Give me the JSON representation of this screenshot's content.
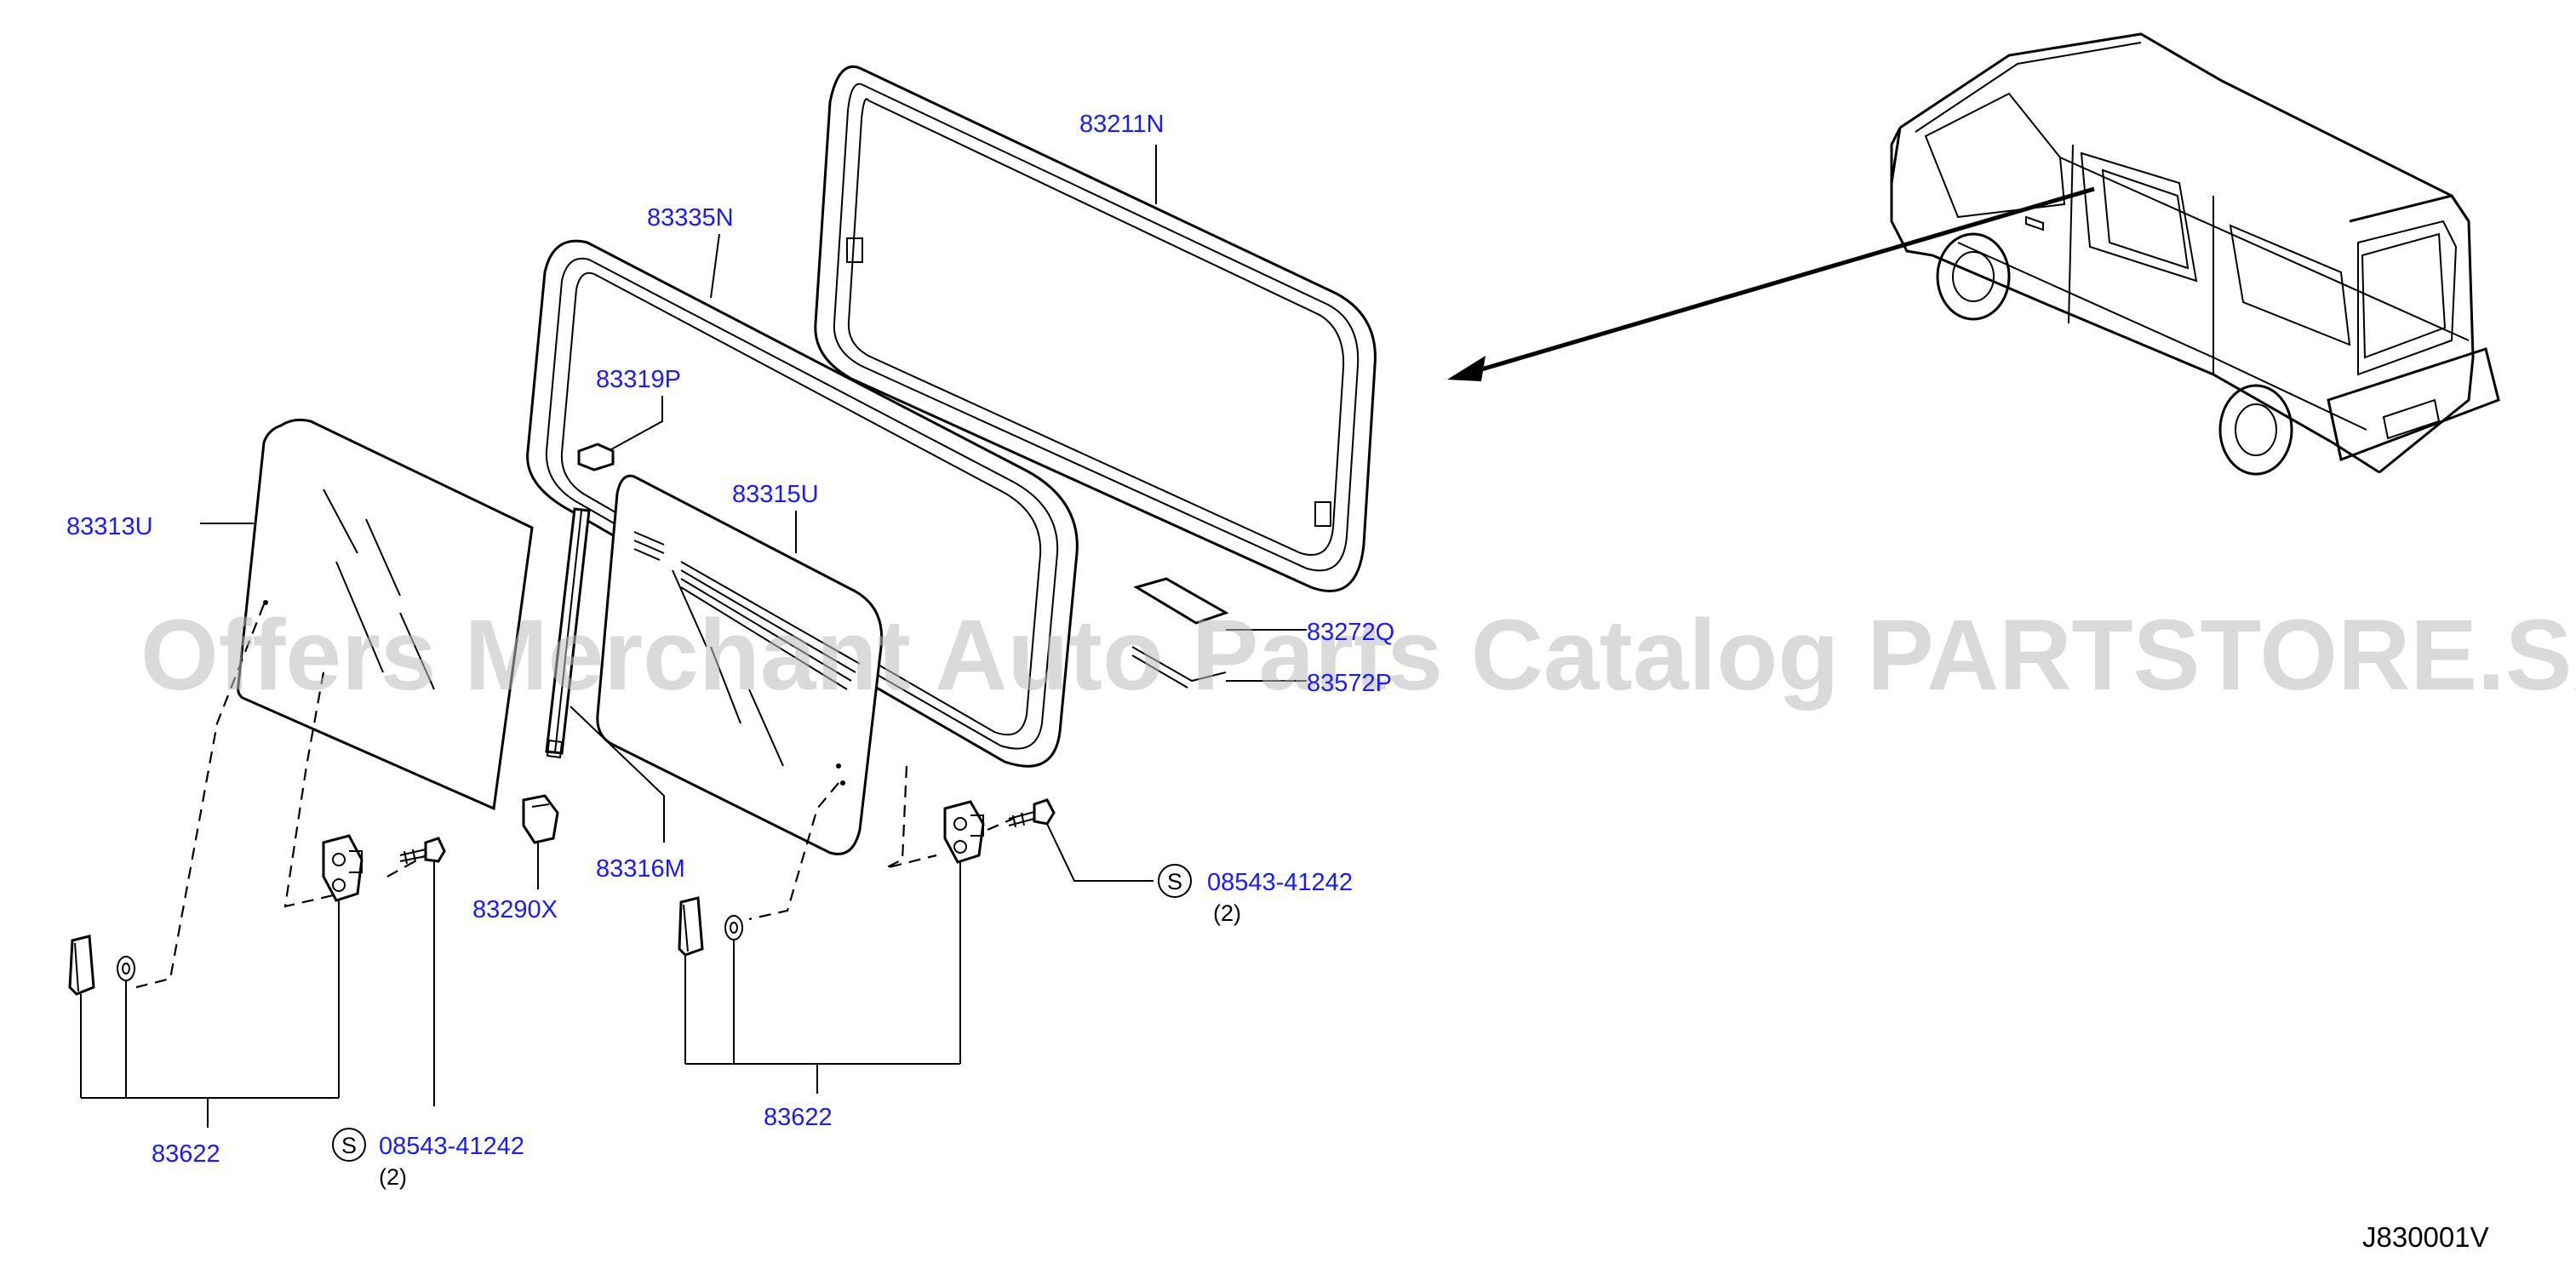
{
  "watermark": "Offers Merchant Auto Parts Catalog PARTSTORE.SA",
  "diagram_id": "J830001V",
  "parts": {
    "weatherstrip_outer": "83211N",
    "weatherstrip_inner": "83335N",
    "spacer": "83319P",
    "glass_left": "83313U",
    "glass_right": "83315U",
    "channel": "83316M",
    "clip": "83290X",
    "seal_q": "83272Q",
    "seal_p": "83572P",
    "latch_left": "83622",
    "latch_right": "83622"
  },
  "screws": {
    "left": {
      "symbol": "S",
      "part": "08543-41242",
      "qty": "(2)"
    },
    "right": {
      "symbol": "S",
      "part": "08543-41242",
      "qty": "(2)"
    }
  }
}
